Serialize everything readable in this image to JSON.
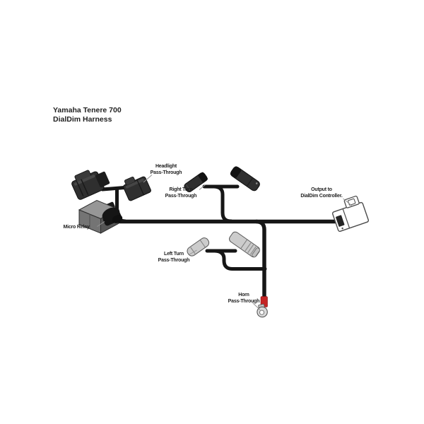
{
  "diagram": {
    "title": {
      "line1": "Yamaha Tenere 700",
      "line2": "DialDim Harness"
    },
    "labels": {
      "headlight": {
        "line1": "Headlight",
        "line2": "Pass-Through"
      },
      "right_turn": {
        "line1": "Right Turn",
        "line2": "Pass-Through"
      },
      "micro_relay": {
        "line1": "Micro Relay"
      },
      "output": {
        "line1": "Output to",
        "line2": "DialDim Controller."
      },
      "left_turn": {
        "line1": "Left Turn",
        "line2": "Pass-Through"
      },
      "horn": {
        "line1": "Horn",
        "line2": "Pass-Through"
      }
    },
    "colors": {
      "wire": "#161616",
      "connector_dark": "#2f2f2f",
      "connector_dark_band": "#121212",
      "connector_light": "#cccccc",
      "relay_top": "#979797",
      "relay_front": "#747474",
      "relay_side": "#565656",
      "horn_red": "#c42424",
      "terminal_silver": "#d9d9d9",
      "outline": "#4a4a4a",
      "leader": "#949494",
      "text": "#1f1f1f",
      "background": "#ffffff"
    }
  }
}
